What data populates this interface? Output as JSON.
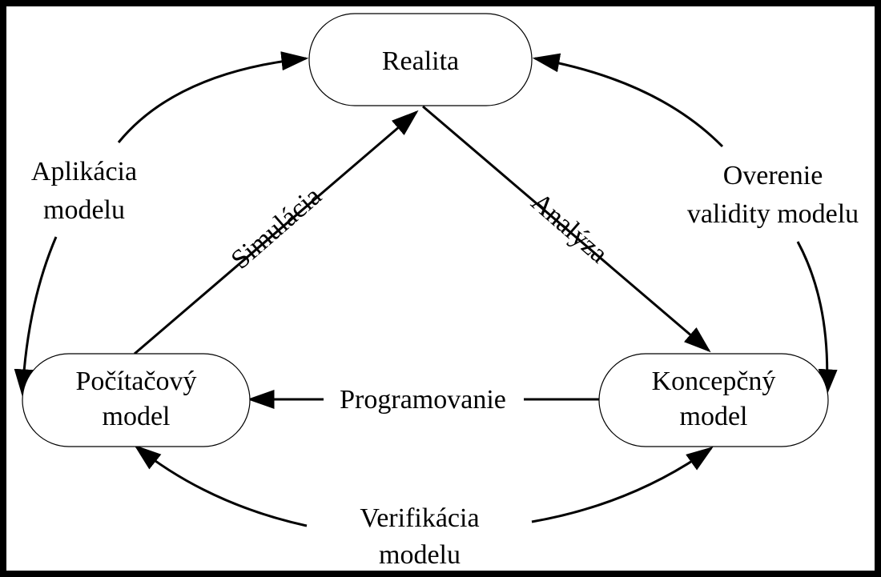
{
  "nodes": {
    "realita": [
      "Realita"
    ],
    "pocitacovy": [
      "Počítačový",
      "model"
    ],
    "koncepcny": [
      "Koncepčný",
      "model"
    ]
  },
  "edges": {
    "simulacia": "Simulácia",
    "analyza": "Analýza",
    "programovanie": "Programovanie",
    "aplikacia": [
      "Aplikácia",
      "modelu"
    ],
    "overenie": [
      "Overenie",
      "validity modelu"
    ],
    "verifikacia": [
      "Verifikácia",
      "modelu"
    ]
  },
  "colors": {
    "frame": "#000000",
    "background": "#ffffff",
    "stroke": "#000000"
  }
}
